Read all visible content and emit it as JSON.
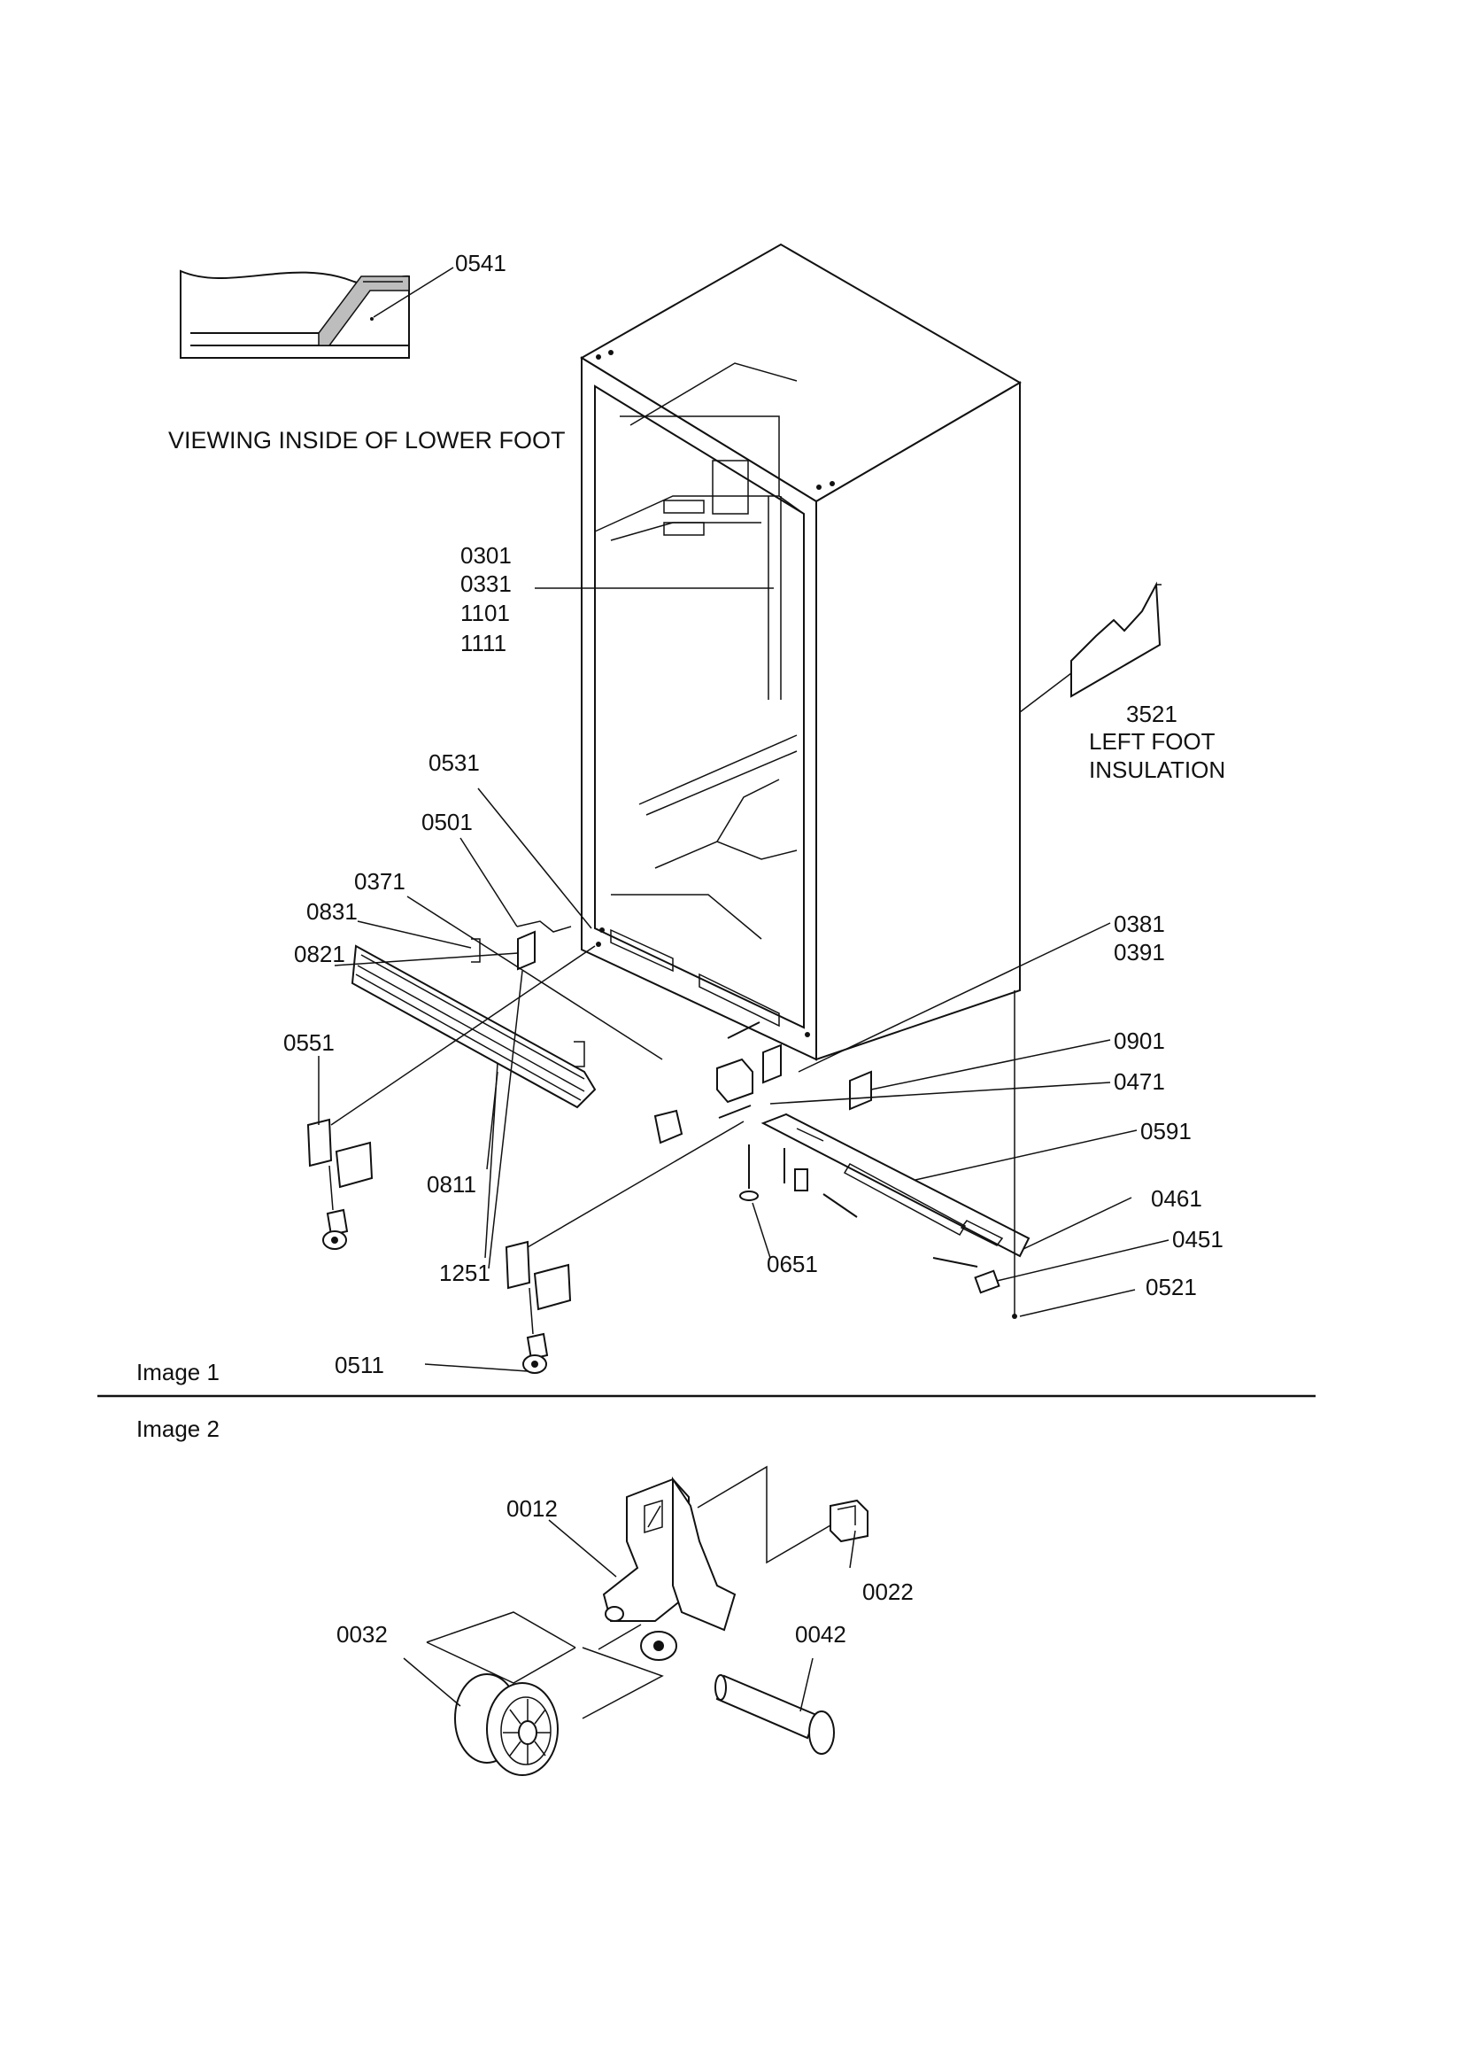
{
  "inset": {
    "part_label": "0541",
    "caption": "VIEWING INSIDE OF LOWER FOOT"
  },
  "image1": {
    "title": "Image 1",
    "labels": {
      "p0301": "0301",
      "p0331": "0331",
      "p1101": "1101",
      "p1111": "1111",
      "p3521": "3521",
      "left_foot_line1": "LEFT FOOT",
      "left_foot_line2": "INSULATION",
      "p0531": "0531",
      "p0501": "0501",
      "p0371": "0371",
      "p0831": "0831",
      "p0821": "0821",
      "p0551": "0551",
      "p0811": "0811",
      "p1251": "1251",
      "p0511": "0511",
      "p0651": "0651",
      "p0381": "0381",
      "p0391": "0391",
      "p0901": "0901",
      "p0471": "0471",
      "p0591": "0591",
      "p0461": "0461",
      "p0451": "0451",
      "p0521": "0521"
    }
  },
  "image2": {
    "title": "Image 2",
    "labels": {
      "p0012": "0012",
      "p0022": "0022",
      "p0032": "0032",
      "p0042": "0042"
    }
  }
}
